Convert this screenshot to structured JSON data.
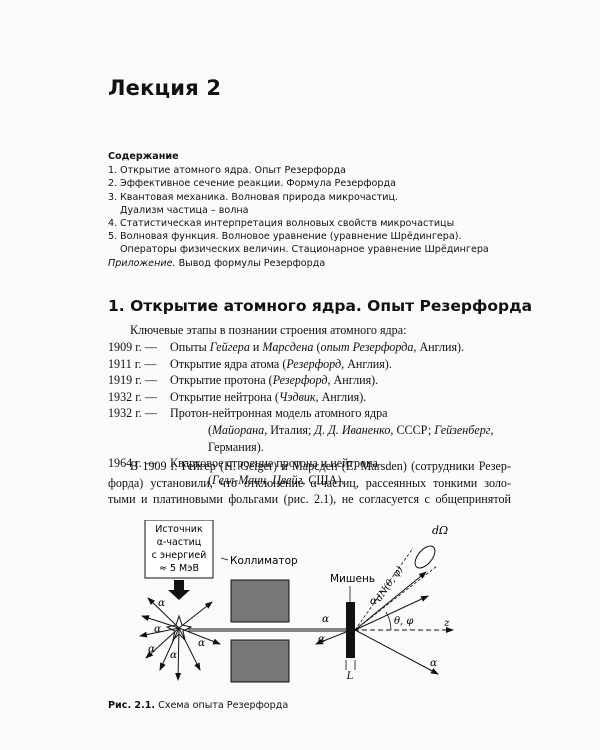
{
  "lecture_title": "Лекция 2",
  "contents": {
    "heading": "Содержание",
    "items": [
      {
        "num": "1.",
        "text": "Открытие атомного ядра. Опыт Резерфорда"
      },
      {
        "num": "2.",
        "text": "Эффективное сечение реакции. Формула Резерфорда"
      },
      {
        "num": "3.",
        "text": "Квантовая механика. Волновая природа микрочастиц.",
        "cont": "Дуализм частица – волна"
      },
      {
        "num": "4.",
        "text": "Статистическая интерпретация волновых свойств микрочастицы"
      },
      {
        "num": "5.",
        "text": "Волновая функция. Волновое уравнение (уравнение Шрёдингера).",
        "cont": "Операторы физических величин. Стационарное уравнение Шрёдингера"
      }
    ],
    "appendix_label": "Приложение.",
    "appendix_text": " Вывод формулы Резерфорда"
  },
  "section_title": "1. Открытие атомного ядра. Опыт Резерфорда",
  "intro": "Ключевые этапы в познании строения атомного ядра:",
  "timeline": [
    {
      "year": "1909 г. —",
      "pre": "Опыты ",
      "it": "Гейгера",
      "mid": " и ",
      "it2": "Марсдена",
      "post": " (",
      "it3": "опыт Резерфорда",
      "end": ", Англия)."
    },
    {
      "year": "1911 г. —",
      "pre": "Открытие ядра атома (",
      "it": "Резерфорд",
      "mid": ", Англия).",
      "it2": "",
      "post": "",
      "it3": "",
      "end": ""
    },
    {
      "year": "1919 г. —",
      "pre": "Открытие протона (",
      "it": "Резерфорд",
      "mid": ", Англия).",
      "it2": "",
      "post": "",
      "it3": "",
      "end": ""
    },
    {
      "year": "1932 г. —",
      "pre": "Открытие нейтрона (",
      "it": "Чэдвик",
      "mid": ", Англия).",
      "it2": "",
      "post": "",
      "it3": "",
      "end": ""
    },
    {
      "year": "1932 г. —",
      "pre": "Протон-нейтронная модель атомного ядра",
      "it": "",
      "mid": "",
      "it2": "",
      "post": "",
      "it3": "",
      "end": ""
    },
    {
      "year": "",
      "pre": "(",
      "it": "Майорана",
      "mid": ", Италия; ",
      "it2": "Д. Д. Иваненко",
      "post": ", СССР; ",
      "it3": "Гейзенберг",
      "end": ", Германия)."
    },
    {
      "year": "1964 г. —",
      "pre": "Кварковое строение протона и нейтрона",
      "it": "",
      "mid": "",
      "it2": "",
      "post": "",
      "it3": "",
      "end": ""
    },
    {
      "year": "",
      "pre": "(",
      "it": "Гелл-Манн",
      "mid": ", ",
      "it2": "Цвейг",
      "post": ", США).",
      "it3": "",
      "end": ""
    }
  ],
  "paragraph": {
    "line1": "В 1909 г. Гейгер (H. Geiger) и Марсден (E. Marsden) (сотрудники Резер-",
    "line2": "форда) установили, что отклонение α-частиц, рассеянных тонкими золо-",
    "line3": "тыми и платиновыми фольгами (рис. 2.1), не согласуется с общепринятой"
  },
  "figure": {
    "source_label_1": "Источник",
    "source_label_2": "α-частиц",
    "source_label_3": "с энергией",
    "source_label_4": "≈ 5 МэВ",
    "collimator_label": "Коллиматор",
    "target_label": "Мишень",
    "alpha": "α",
    "dN_label": "dN(θ, φ)",
    "dOmega_label": "dΩ",
    "theta_phi_label": "θ, φ",
    "z_label": "z",
    "L_label": "L"
  },
  "caption": {
    "label": "Рис. 2.1.",
    "text": " Схема опыта Резерфорда"
  }
}
